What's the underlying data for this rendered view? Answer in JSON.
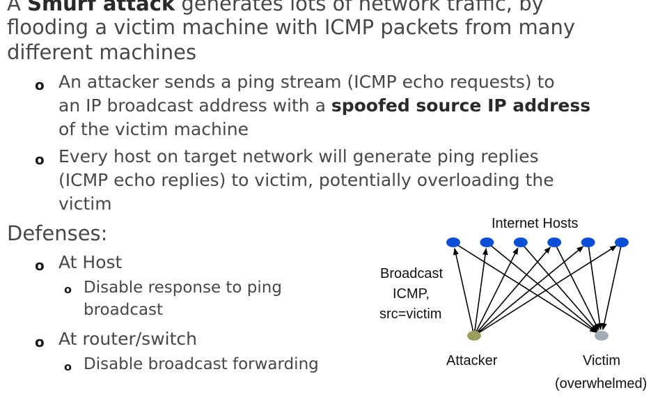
{
  "intro": {
    "line1_pre": "A ",
    "line1_bold": "Smurf attack",
    "line1_post": " generates lots of network traffic, by",
    "line2": "flooding a victim machine with ICMP packets from many",
    "line3": "different machines"
  },
  "points": [
    {
      "line1": "An attacker sends a ping stream (ICMP echo requests) to",
      "line2_pre": "an IP broadcast address with a ",
      "line2_bold": "spoofed source IP address",
      "line3": "of the victim machine"
    },
    {
      "line1": "Every host on target network will generate ping replies",
      "line2": "(ICMP echo replies) to victim, potentially overloading the",
      "line3": "victim"
    }
  ],
  "defenses": {
    "heading": "Defenses:",
    "items": [
      {
        "label": "At Host",
        "sub_line1": "Disable response to ping",
        "sub_line2": "broadcast"
      },
      {
        "label": "At router/switch",
        "sub_line1": "Disable broadcast forwarding"
      }
    ]
  },
  "bullet_glyph": "o",
  "diagram": {
    "hosts_label": "Internet Hosts",
    "broadcast_label_1": "Broadcast",
    "broadcast_label_2": "ICMP,",
    "broadcast_label_3": "src=victim",
    "attacker_label": "Attacker",
    "victim_label_1": "Victim",
    "victim_label_2": "(overwhelmed)",
    "host_count": 6,
    "colors": {
      "host": "#0b4fd6",
      "attacker": "#9b9f5e",
      "victim": "#a3adb8",
      "arrow": "#000000"
    }
  }
}
